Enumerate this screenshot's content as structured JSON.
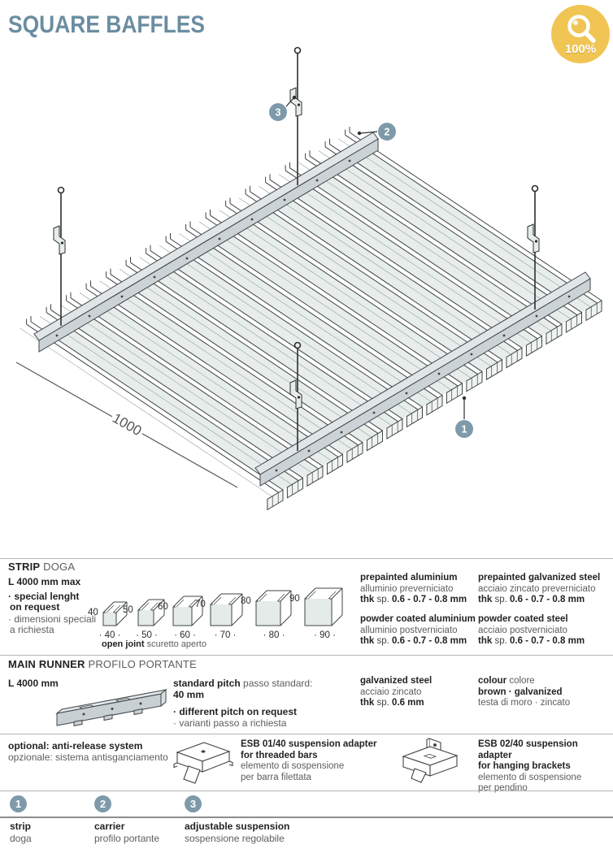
{
  "colors": {
    "accent": "#6b8da1",
    "badge": "#f0c554",
    "callout": "#7e9aaa"
  },
  "header": {
    "title": "SQUARE BAFFLES",
    "badge_label": "100%"
  },
  "diagram": {
    "dimension_label": "1000",
    "callouts": [
      {
        "n": "1"
      },
      {
        "n": "2"
      },
      {
        "n": "3"
      }
    ]
  },
  "strip": {
    "title_en": "STRIP",
    "title_it": "DOGA",
    "length": "L 4000 mm max",
    "note_en_1": "· special lenght",
    "note_en_2": "on request",
    "note_it_1": "· dimensioni speciali",
    "note_it_2": "a richiesta",
    "profiles": [
      {
        "size": "40"
      },
      {
        "size": "50"
      },
      {
        "size": "60"
      },
      {
        "size": "70"
      },
      {
        "size": "80"
      },
      {
        "size": "90"
      }
    ],
    "open_joint_en": "open joint",
    "open_joint_it": "scuretto aperto",
    "materials": [
      {
        "en": "prepainted aluminium",
        "it": "alluminio preverniciato",
        "thk": "thk",
        "sp": "sp.",
        "val": "0.6 - 0.7 - 0.8 mm"
      },
      {
        "en": "powder coated aluminium",
        "it": "alluminio postverniciato",
        "thk": "thk",
        "sp": "sp.",
        "val": "0.6 - 0.7 - 0.8 mm"
      },
      {
        "en": "prepainted galvanized steel",
        "it": "acciaio zincato preverniciato",
        "thk": "thk",
        "sp": "sp.",
        "val": "0.6 - 0.7 - 0.8 mm"
      },
      {
        "en": "powder coated steel",
        "it": "acciaio postverniciato",
        "thk": "thk",
        "sp": "sp.",
        "val": "0.6 - 0.7 - 0.8 mm"
      }
    ]
  },
  "runner": {
    "title_en": "MAIN RUNNER",
    "title_it": "PROFILO PORTANTE",
    "length": "L 4000 mm",
    "pitch_en": "standard pitch",
    "pitch_it": "passo standard:",
    "pitch_val": "40 mm",
    "pitch_note_en": "· different pitch on request",
    "pitch_note_it": "· varianti passo a richiesta",
    "material": {
      "en": "galvanized steel",
      "it": "acciaio zincato",
      "thk": "thk",
      "sp": "sp.",
      "val": "0.6 mm"
    },
    "colour": {
      "en": "colour",
      "it": "colore",
      "val_en": "brown · galvanized",
      "val_it": "testa di moro · zincato"
    }
  },
  "optional": {
    "title_en": "optional: anti-release system",
    "title_it": "opzionale: sistema antisganciamento",
    "adapters": [
      {
        "name": "ESB 01/40 suspension adapter",
        "use": "for threaded bars",
        "it_1": "elemento di sospensione",
        "it_2": "per barra filettata"
      },
      {
        "name": "ESB 02/40 suspension adapter",
        "use": "for hanging brackets",
        "it_1": "elemento di sospensione",
        "it_2": "per pendino"
      }
    ]
  },
  "legend": {
    "items": [
      {
        "num": "1",
        "en": "strip",
        "it": "doga"
      },
      {
        "num": "2",
        "en": "carrier",
        "it": "profilo portante"
      },
      {
        "num": "3",
        "en": "adjustable suspension",
        "it": "sospensione regolabile"
      }
    ]
  }
}
